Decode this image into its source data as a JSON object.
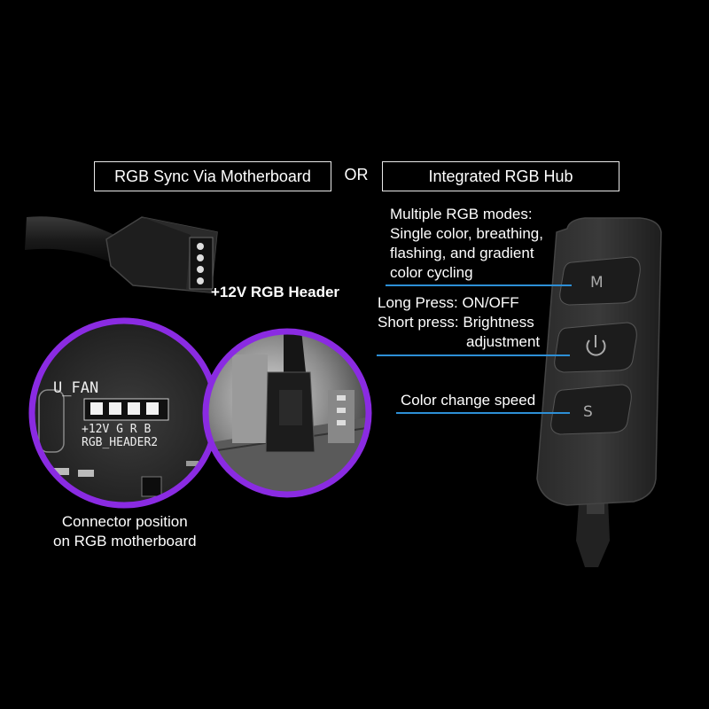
{
  "header": {
    "sync_label": "RGB Sync Via Motherboard",
    "or_label": "OR",
    "hub_label": "Integrated RGB Hub"
  },
  "connector": {
    "header_label": "+12V RGB Header"
  },
  "motherboard": {
    "fan_label": "U_FAN",
    "pin_labels": "+12V G R B",
    "header_silk": "RGB_HEADER2",
    "caption_line1": "Connector position",
    "caption_line2": "on RGB motherboard"
  },
  "hub": {
    "modes_line1": "Multiple RGB modes:",
    "modes_line2": "Single color, breathing,",
    "modes_line3": "flashing, and gradient",
    "modes_line4": "color cycling",
    "press_line1": "Long Press: ON/OFF",
    "press_line2": "Short press: Brightness",
    "press_line3": "adjustment",
    "speed_label": "Color change speed",
    "button_m": "M",
    "button_s": "S"
  },
  "colors": {
    "accent_purple": "#8a2be2",
    "leader_blue": "#2d8fd6"
  }
}
